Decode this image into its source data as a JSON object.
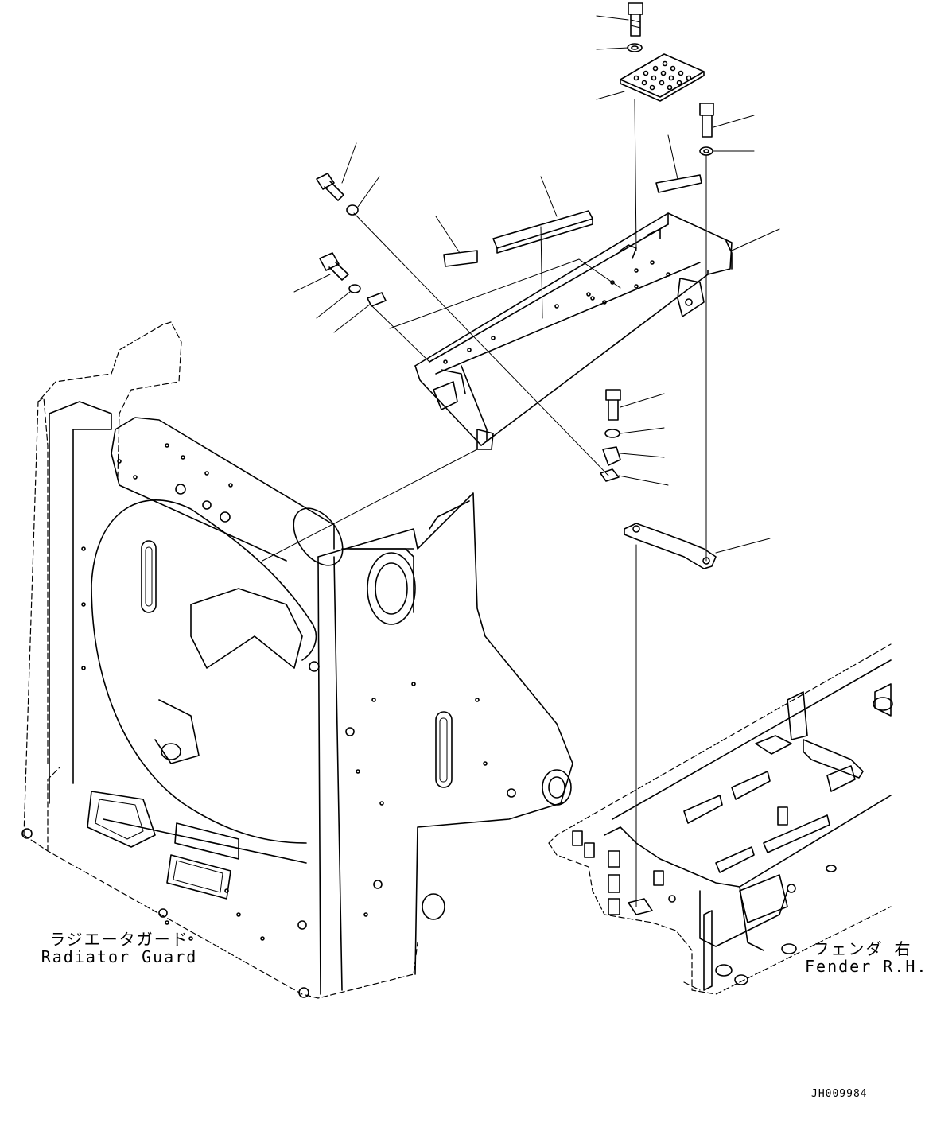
{
  "labels": {
    "radiator_guard_jp": "ラジエータガード",
    "radiator_guard_en": "Radiator Guard",
    "fender_jp": "フェンダ 右",
    "fender_en": "Fender R.H."
  },
  "drawing_code": "JH009984"
}
